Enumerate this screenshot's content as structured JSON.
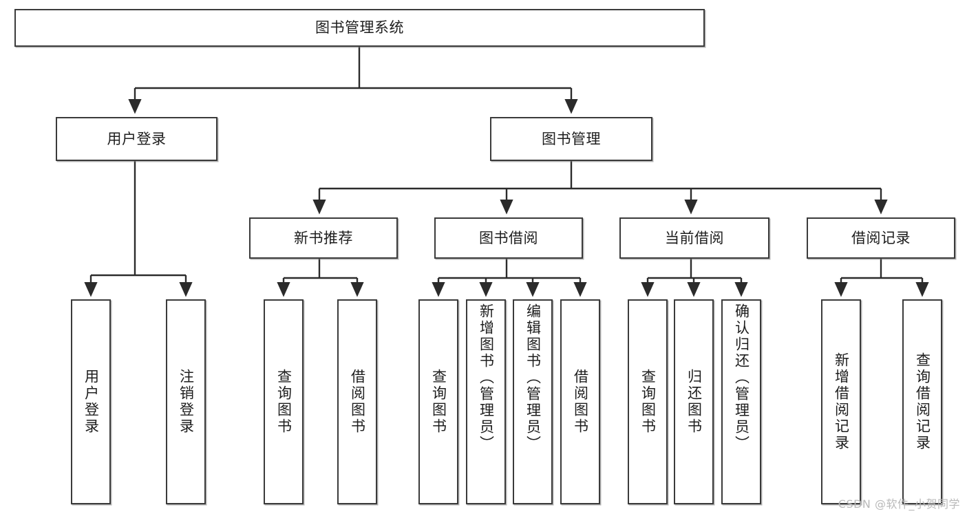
{
  "diagram": {
    "type": "tree-hierarchy-chart",
    "title_node": "图书管理系统",
    "watermark": "CSDN @软件_小贺同学",
    "colors": {
      "box_border": "#3a3a3a",
      "box_fill": "#ffffff",
      "edge": "#2b2b2b",
      "text": "#1d1d1d",
      "watermark": "#b9b9b9",
      "background": "#ffffff"
    },
    "nodes": {
      "root": {
        "label": "图书管理系统"
      },
      "level2": [
        {
          "label": "用户登录"
        },
        {
          "label": "图书管理"
        }
      ],
      "level3": [
        {
          "label": "新书推荐"
        },
        {
          "label": "图书借阅"
        },
        {
          "label": "当前借阅"
        },
        {
          "label": "借阅记录"
        }
      ],
      "leaves_user_login": [
        {
          "label": "用户登录"
        },
        {
          "label": "注销登录"
        }
      ],
      "leaves_new_book": [
        {
          "label": "查询图书"
        },
        {
          "label": "借阅图书"
        }
      ],
      "leaves_borrow": [
        {
          "label": "查询图书"
        },
        {
          "label": "新增图书（管理员）"
        },
        {
          "label": "编辑图书（管理员）"
        },
        {
          "label": "借阅图书"
        }
      ],
      "leaves_current": [
        {
          "label": "查询图书"
        },
        {
          "label": "归还图书"
        },
        {
          "label": "确认归还（管理员）"
        }
      ],
      "leaves_record": [
        {
          "label": "新增借阅记录"
        },
        {
          "label": "查询借阅记录"
        }
      ]
    }
  }
}
